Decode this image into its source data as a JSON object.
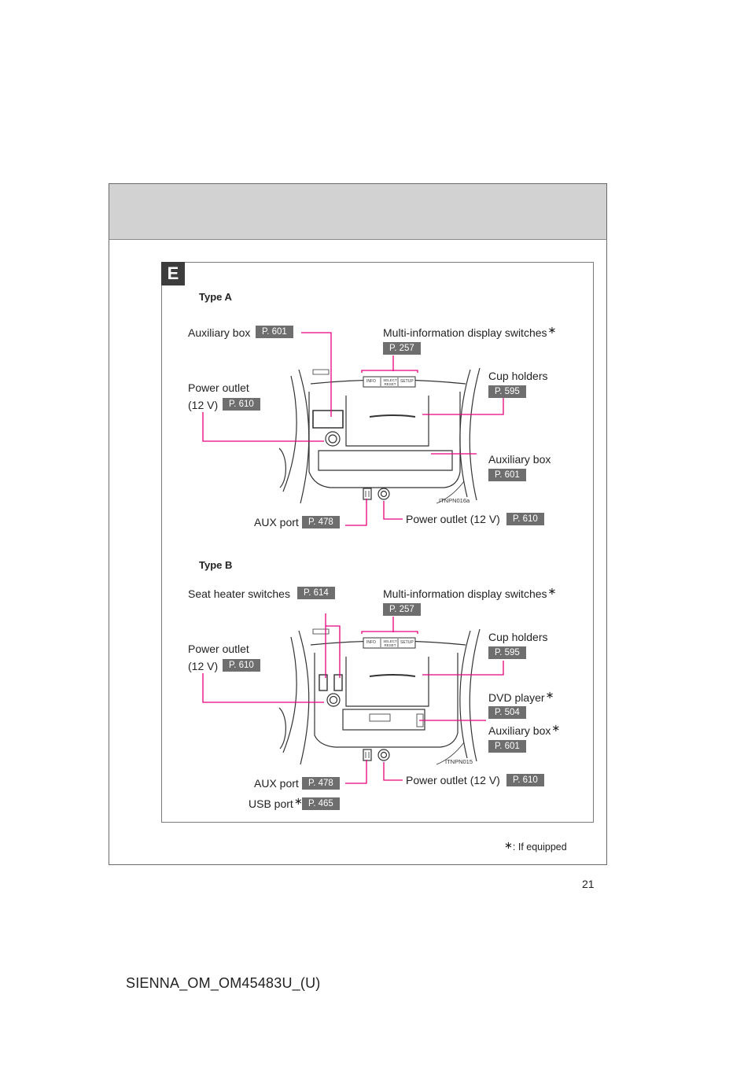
{
  "section": "E",
  "type_a": {
    "title": "Type A",
    "image_code": "ITNPN016a",
    "auxiliary_box_top": {
      "label": "Auxiliary box",
      "page": "P. 601"
    },
    "multi_info": {
      "label": "Multi-information display switches",
      "page": "P. 257"
    },
    "cup_holders": {
      "label": "Cup holders",
      "page": "P. 595"
    },
    "power_outlet_left": {
      "line1": "Power outlet",
      "line2": "(12 V)",
      "page": "P. 610"
    },
    "auxiliary_box_right": {
      "label": "Auxiliary box",
      "page": "P. 601"
    },
    "aux_port": {
      "label": "AUX port",
      "page": "P. 478"
    },
    "power_outlet_bottom": {
      "label": "Power outlet (12 V)",
      "page": "P. 610"
    },
    "buttons": [
      "INFO",
      "SELECT RESET",
      "SETUP"
    ]
  },
  "type_b": {
    "title": "Type B",
    "image_code": "ITNPN015",
    "seat_heater": {
      "label": "Seat heater switches",
      "page": "P. 614"
    },
    "multi_info": {
      "label": "Multi-information display switches",
      "page": "P. 257"
    },
    "cup_holders": {
      "label": "Cup holders",
      "page": "P. 595"
    },
    "power_outlet_left": {
      "line1": "Power outlet",
      "line2": "(12 V)",
      "page": "P. 610"
    },
    "dvd_player": {
      "label": "DVD player",
      "page": "P. 504"
    },
    "auxiliary_box": {
      "label": "Auxiliary box",
      "page": "P. 601"
    },
    "aux_port": {
      "label": "AUX port",
      "page": "P. 478"
    },
    "usb_port": {
      "label": "USB port",
      "page": "P. 465"
    },
    "power_outlet_bottom": {
      "label": "Power outlet (12 V)",
      "page": "P. 610"
    },
    "buttons": [
      "INFO",
      "SELECT RESET",
      "SETUP"
    ]
  },
  "footnote": ": If equipped",
  "page_number": "21",
  "doc_id": "SIENNA_OM_OM45483U_(U)",
  "colors": {
    "callout": "#e6007e",
    "tag": "#6e6e6e",
    "header": "#d2d2d2"
  }
}
